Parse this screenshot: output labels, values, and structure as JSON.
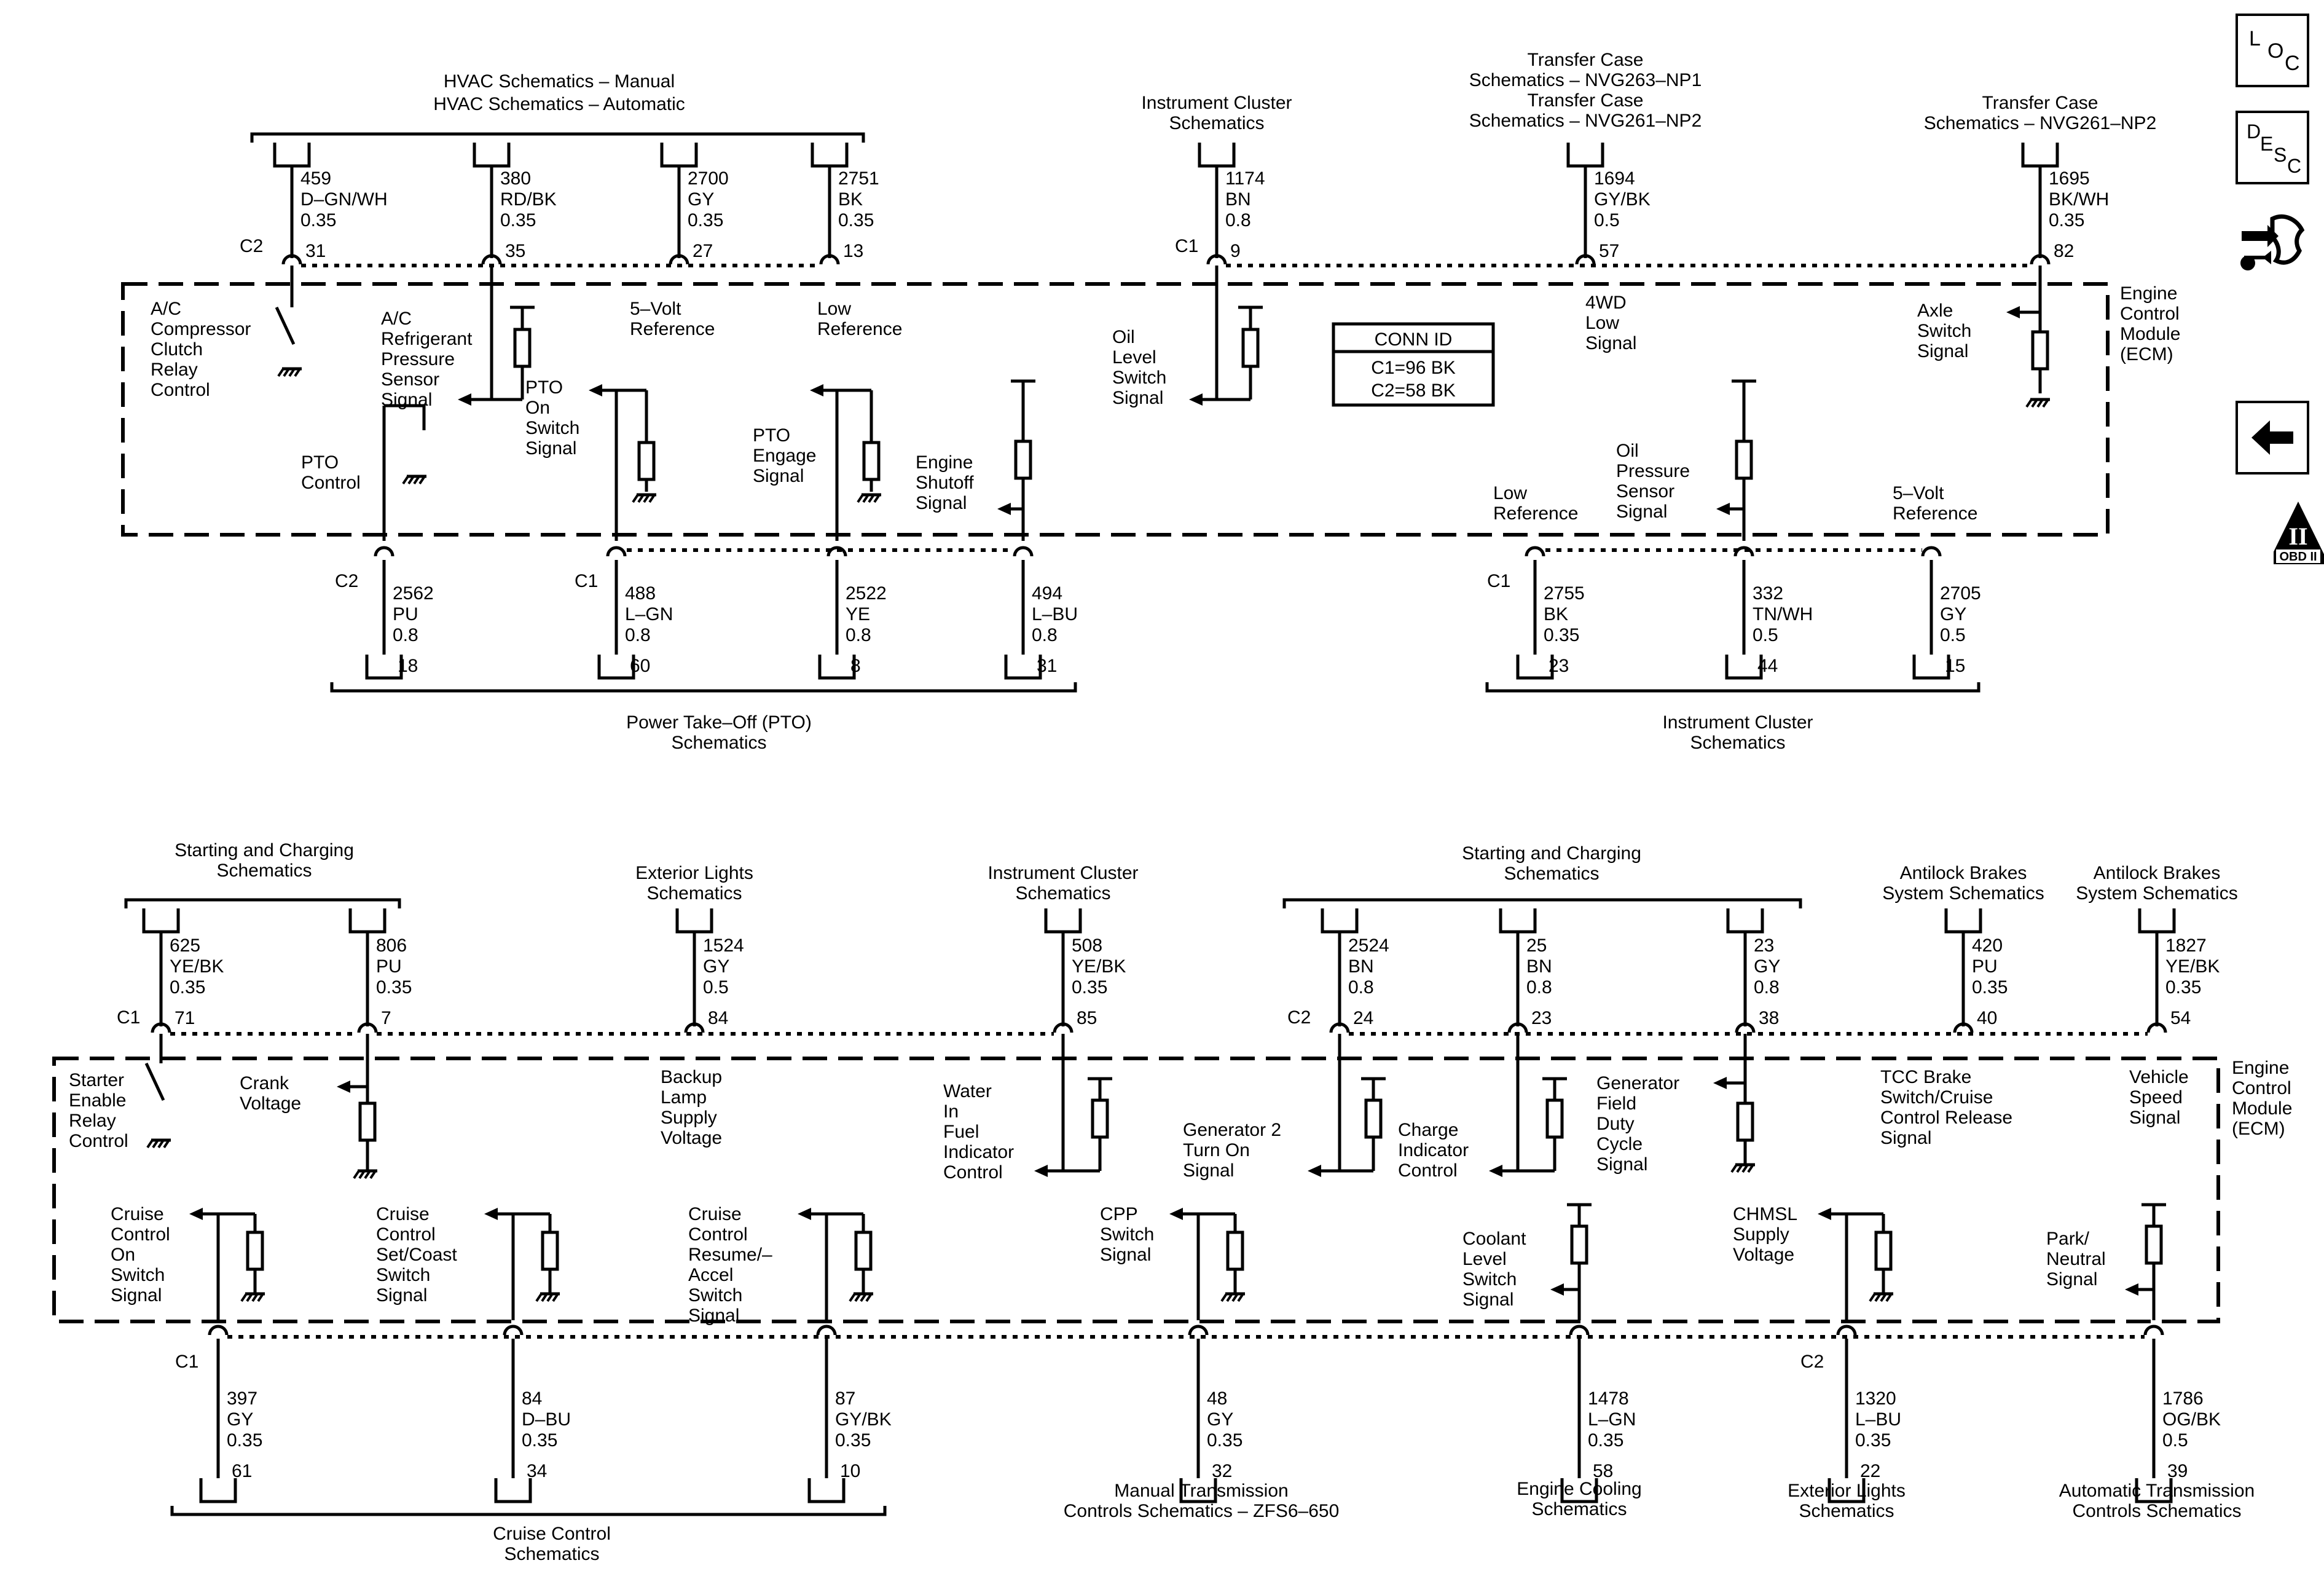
{
  "ecm": {
    "label": [
      "Engine",
      "Control",
      "Module",
      "(ECM)"
    ]
  },
  "conn_id": {
    "title": "CONN ID",
    "c1": "C1=96 BK",
    "c2": "C2=58 BK"
  },
  "connectors": {
    "c1": "C1",
    "c2": "C2"
  },
  "top": {
    "destinations": {
      "hvac": [
        "HVAC Schematics – Manual",
        "HVAC Schematics – Automatic"
      ],
      "ic_top": [
        "Instrument Cluster",
        "Schematics"
      ],
      "tc1": [
        "Transfer Case",
        "Schematics – NVG263–NP1",
        "Transfer Case",
        "Schematics – NVG261–NP2"
      ],
      "tc2": [
        "Transfer Case",
        "Schematics – NVG261–NP2"
      ],
      "pto": [
        "Power Take–Off (PTO)",
        "Schematics"
      ],
      "ic_bot": [
        "Instrument Cluster",
        "Schematics"
      ]
    },
    "wires_upper": [
      {
        "circuit": "459",
        "color": "D–GN/WH",
        "gauge": "0.35",
        "pin": "31"
      },
      {
        "circuit": "380",
        "color": "RD/BK",
        "gauge": "0.35",
        "pin": "35"
      },
      {
        "circuit": "2700",
        "color": "GY",
        "gauge": "0.35",
        "pin": "27"
      },
      {
        "circuit": "2751",
        "color": "BK",
        "gauge": "0.35",
        "pin": "13"
      },
      {
        "circuit": "1174",
        "color": "BN",
        "gauge": "0.8",
        "pin": "9"
      },
      {
        "circuit": "1694",
        "color": "GY/BK",
        "gauge": "0.5",
        "pin": "57"
      },
      {
        "circuit": "1695",
        "color": "BK/WH",
        "gauge": "0.35",
        "pin": "82"
      }
    ],
    "wires_lower": [
      {
        "circuit": "2562",
        "color": "PU",
        "gauge": "0.8",
        "pin": "18"
      },
      {
        "circuit": "488",
        "color": "L–GN",
        "gauge": "0.8",
        "pin": "60"
      },
      {
        "circuit": "2522",
        "color": "YE",
        "gauge": "0.8",
        "pin": "8"
      },
      {
        "circuit": "494",
        "color": "L–BU",
        "gauge": "0.8",
        "pin": "31"
      },
      {
        "circuit": "2755",
        "color": "BK",
        "gauge": "0.35",
        "pin": "23"
      },
      {
        "circuit": "332",
        "color": "TN/WH",
        "gauge": "0.5",
        "pin": "44"
      },
      {
        "circuit": "2705",
        "color": "GY",
        "gauge": "0.5",
        "pin": "15"
      }
    ],
    "signals": {
      "ac_clutch": [
        "A/C",
        "Compressor",
        "Clutch",
        "Relay",
        "Control"
      ],
      "ac_sensor": [
        "A/C",
        "Refrigerant",
        "Pressure",
        "Sensor",
        "Signal"
      ],
      "five_volt": [
        "5–Volt",
        "Reference"
      ],
      "low_ref": [
        "Low",
        "Reference"
      ],
      "oil_level": [
        "Oil",
        "Level",
        "Switch",
        "Signal"
      ],
      "fourwd": [
        "4WD",
        "Low",
        "Signal"
      ],
      "axle": [
        "Axle",
        "Switch",
        "Signal"
      ],
      "pto_control": [
        "PTO",
        "Control"
      ],
      "pto_on": [
        "PTO",
        "On",
        "Switch",
        "Signal"
      ],
      "pto_engage": [
        "PTO",
        "Engage",
        "Signal"
      ],
      "engine_shutoff": [
        "Engine",
        "Shutoff",
        "Signal"
      ],
      "low_ref2": [
        "Low",
        "Reference"
      ],
      "oil_pressure": [
        "Oil",
        "Pressure",
        "Sensor",
        "Signal"
      ],
      "five_volt2": [
        "5–Volt",
        "Reference"
      ]
    }
  },
  "bottom": {
    "destinations": {
      "start_charge1": [
        "Starting and Charging",
        "Schematics"
      ],
      "ext_lights": [
        "Exterior Lights",
        "Schematics"
      ],
      "ic": [
        "Instrument Cluster",
        "Schematics"
      ],
      "start_charge2": [
        "Starting and Charging",
        "Schematics"
      ],
      "abs1": [
        "Antilock Brakes",
        "System Schematics"
      ],
      "abs2": [
        "Antilock Brakes",
        "System Schematics"
      ],
      "cruise": [
        "Cruise Control",
        "Schematics"
      ],
      "manual_trans": [
        "Manual Transmission",
        "Controls Schematics – ZFS6–650"
      ],
      "cooling": [
        "Engine Cooling",
        "Schematics"
      ],
      "ext_lights2": [
        "Exterior Lights",
        "Schematics"
      ],
      "auto_trans": [
        "Automatic Transmission",
        "Controls Schematics"
      ]
    },
    "wires_upper": [
      {
        "circuit": "625",
        "color": "YE/BK",
        "gauge": "0.35",
        "pin": "71"
      },
      {
        "circuit": "806",
        "color": "PU",
        "gauge": "0.35",
        "pin": "7"
      },
      {
        "circuit": "1524",
        "color": "GY",
        "gauge": "0.5",
        "pin": "84"
      },
      {
        "circuit": "508",
        "color": "YE/BK",
        "gauge": "0.35",
        "pin": "85"
      },
      {
        "circuit": "2524",
        "color": "BN",
        "gauge": "0.8",
        "pin": "24"
      },
      {
        "circuit": "25",
        "color": "BN",
        "gauge": "0.8",
        "pin": "23"
      },
      {
        "circuit": "23",
        "color": "GY",
        "gauge": "0.8",
        "pin": "38"
      },
      {
        "circuit": "420",
        "color": "PU",
        "gauge": "0.35",
        "pin": "40"
      },
      {
        "circuit": "1827",
        "color": "YE/BK",
        "gauge": "0.35",
        "pin": "54"
      }
    ],
    "wires_lower": [
      {
        "circuit": "397",
        "color": "GY",
        "gauge": "0.35",
        "pin": "61"
      },
      {
        "circuit": "84",
        "color": "D–BU",
        "gauge": "0.35",
        "pin": "34"
      },
      {
        "circuit": "87",
        "color": "GY/BK",
        "gauge": "0.35",
        "pin": "10"
      },
      {
        "circuit": "48",
        "color": "GY",
        "gauge": "0.35",
        "pin": "32"
      },
      {
        "circuit": "1478",
        "color": "L–GN",
        "gauge": "0.35",
        "pin": "58"
      },
      {
        "circuit": "1320",
        "color": "L–BU",
        "gauge": "0.35",
        "pin": "22"
      },
      {
        "circuit": "1786",
        "color": "OG/BK",
        "gauge": "0.5",
        "pin": "39"
      }
    ],
    "signals": {
      "starter": [
        "Starter",
        "Enable",
        "Relay",
        "Control"
      ],
      "crank": [
        "Crank",
        "Voltage"
      ],
      "backup": [
        "Backup",
        "Lamp",
        "Supply",
        "Voltage"
      ],
      "wif": [
        "Water",
        "In",
        "Fuel",
        "Indicator",
        "Control"
      ],
      "gen2": [
        "Generator 2",
        "Turn On",
        "Signal"
      ],
      "charge": [
        "Charge",
        "Indicator",
        "Control"
      ],
      "genfield": [
        "Generator",
        "Field",
        "Duty",
        "Cycle",
        "Signal"
      ],
      "tcc": [
        "TCC Brake",
        "Switch/Cruise",
        "Control Release",
        "Signal"
      ],
      "vss": [
        "Vehicle",
        "Speed",
        "Signal"
      ],
      "cruise_on": [
        "Cruise",
        "Control",
        "On",
        "Switch",
        "Signal"
      ],
      "cruise_set": [
        "Cruise",
        "Control",
        "Set/Coast",
        "Switch",
        "Signal"
      ],
      "cruise_res": [
        "Cruise",
        "Control",
        "Resume/–",
        "Accel",
        "Switch",
        "Signal"
      ],
      "cpp": [
        "CPP",
        "Switch",
        "Signal"
      ],
      "coolant": [
        "Coolant",
        "Level",
        "Switch",
        "Signal"
      ],
      "chmsl": [
        "CHMSL",
        "Supply",
        "Voltage"
      ],
      "park": [
        "Park/",
        "Neutral",
        "Signal"
      ]
    }
  },
  "side": {
    "loc": [
      "L",
      "O",
      "C"
    ],
    "desc": [
      "D",
      "E",
      "S",
      "C"
    ],
    "connector_icon": "connector-end-view-icon",
    "back_icon": "back-arrow-icon",
    "obd": {
      "mark": "II",
      "label": "OBD II"
    }
  }
}
